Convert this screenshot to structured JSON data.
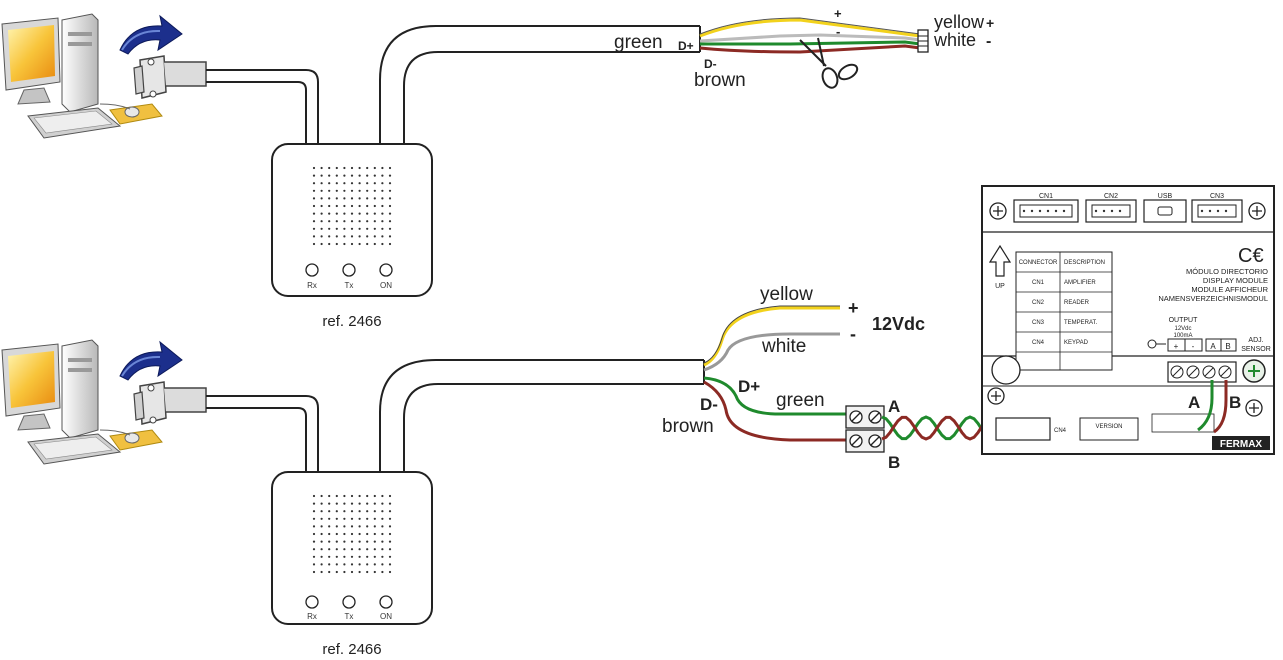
{
  "adapters": [
    {
      "ref": "ref. 2466",
      "leds": [
        "Rx",
        "Tx",
        "ON"
      ]
    },
    {
      "ref": "ref. 2466",
      "leds": [
        "Rx",
        "Tx",
        "ON"
      ]
    }
  ],
  "top_wiring": {
    "green": "green",
    "d_plus": "D+",
    "d_minus": "D-",
    "brown": "brown",
    "yellow": "yellow",
    "yellow_sign": "+",
    "white": "white",
    "white_sign": "-",
    "plus_mark": "+",
    "minus_mark": "-"
  },
  "bottom_wiring": {
    "yellow": "yellow",
    "white": "white",
    "plus": "+",
    "minus": "-",
    "voltage": "12Vdc",
    "d_plus": "D+",
    "green": "green",
    "d_minus": "D-",
    "brown": "brown",
    "a_label": "A",
    "b_label": "B"
  },
  "module": {
    "connectors": [
      "CN1",
      "CN2",
      "USB",
      "CN3"
    ],
    "up_label": "UP",
    "table_headers": [
      "CONNECTOR",
      "DESCRIPTION"
    ],
    "table_rows": [
      [
        "CN1",
        "AMPLIFIER"
      ],
      [
        "CN2",
        "READER"
      ],
      [
        "CN3",
        "TEMPERAT."
      ],
      [
        "CN4",
        "KEYPAD"
      ]
    ],
    "names": [
      "MÓDULO DIRECTORIO",
      "DISPLAY MODULE",
      "MODULE AFFICHEUR",
      "NAMENSVERZEICHNISMODUL"
    ],
    "output_label": "OUTPUT",
    "output_voltage": "12Vdc",
    "output_current": "100mA",
    "terminal_plus": "+",
    "terminal_minus": "-",
    "terminal_a": "A",
    "terminal_b": "B",
    "adj_label": "ADJ.",
    "sensor_label": "SENSOR",
    "a_label": "A",
    "b_label": "B",
    "cn4_label": "CN4",
    "version_label": "VERSION",
    "brand": "FERMAX"
  },
  "colors": {
    "yellow": "#f2d21c",
    "green": "#1f8a2d",
    "brown": "#8c2a24",
    "outline": "#222222"
  }
}
